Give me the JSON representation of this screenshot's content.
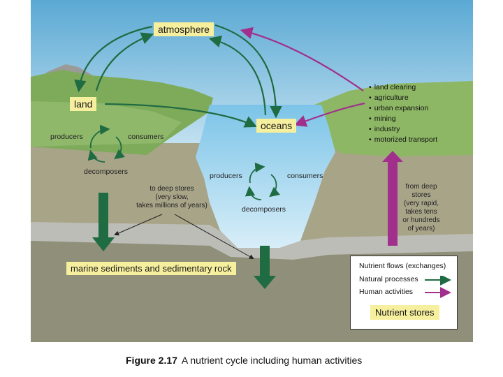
{
  "stores": {
    "atmosphere": "atmosphere",
    "land": "land",
    "oceans": "oceans",
    "sediments": "marine sediments and sedimentary rock"
  },
  "land_cycle": {
    "producers": "producers",
    "consumers": "consumers",
    "decomposers": "decomposers"
  },
  "ocean_cycle": {
    "producers": "producers",
    "consumers": "consumers",
    "decomposers": "decomposers"
  },
  "deep_stores_slow": [
    "to deep stores",
    "(very slow,",
    "takes millions of years)"
  ],
  "deep_stores_rapid": [
    "from deep",
    "stores",
    "(very rapid,",
    "takes tens",
    "or hundreds",
    "of years)"
  ],
  "human_activities": [
    "land clearing",
    "agriculture",
    "urban expansion",
    "mining",
    "industry",
    "motorized transport"
  ],
  "legend": {
    "title": "Nutrient flows (exchanges)",
    "natural": "Natural processes",
    "human": "Human activities",
    "stores": "Nutrient stores"
  },
  "caption": {
    "number": "Figure 2.17",
    "text": "A nutrient cycle including human activities"
  },
  "colors": {
    "natural_arrow": "#1f6b42",
    "human_arrow": "#a0308c",
    "store_fill": "#f6ef9e"
  }
}
